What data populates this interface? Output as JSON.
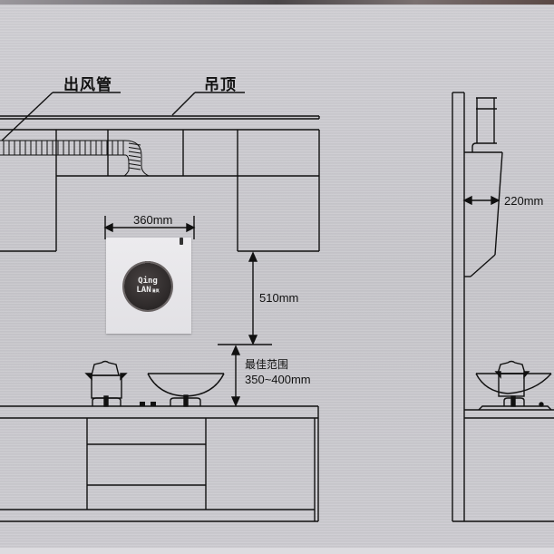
{
  "labels": {
    "duct": "出风管",
    "ceiling": "吊顶",
    "hood_width": "360mm",
    "hood_to_cabinet_bottom": "510mm",
    "best_range_title": "最佳范围",
    "best_range_value": "350~400mm",
    "hood_depth": "220mm"
  },
  "hood_brand": {
    "line1": "Qing",
    "line2": "LAN",
    "sub": "清岚"
  },
  "colors": {
    "line": "#111111",
    "background": "#c9c8cd",
    "hood_panel": "#e6e5e9",
    "knob": "#2e2a2a"
  }
}
